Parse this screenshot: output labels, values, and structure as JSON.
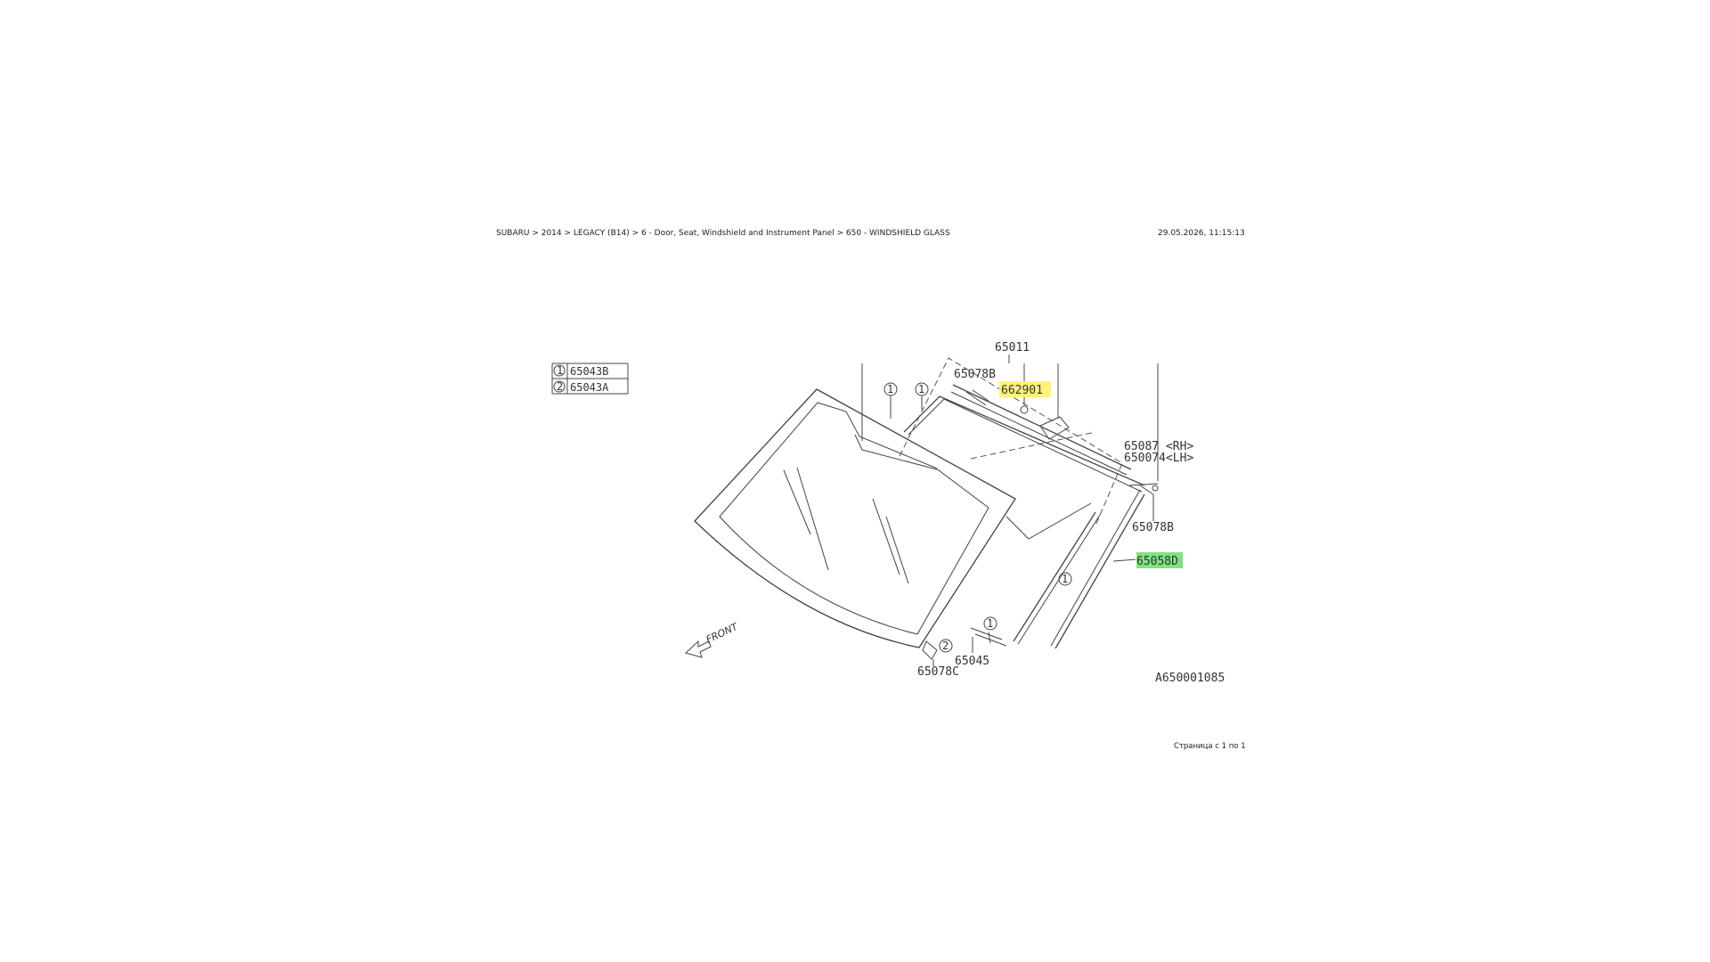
{
  "header": {
    "breadcrumb": "SUBARU > 2014 > LEGACY (B14) > 6 - Door, Seat, Windshield and Instrument Panel > 650 - WINDSHIELD GLASS",
    "timestamp": "29.05.2026, 11:15:13"
  },
  "footer": {
    "page_info": "Страница с 1 по 1"
  },
  "diagram": {
    "legend": [
      {
        "num": "1",
        "part": "65043B"
      },
      {
        "num": "2",
        "part": "65043A"
      }
    ],
    "labels": {
      "p65011": "65011",
      "p65078B_top": "65078B",
      "p662901": "662901",
      "p65087": "65087 <RH>",
      "p650074": "650074<LH>",
      "p65078B_right": "65078B",
      "p65058": "65058D",
      "p65045": "65045",
      "p65078C": "65078C",
      "front": "FRONT",
      "drawing_id": "A650001085",
      "callout_1": "1",
      "callout_2": "2"
    },
    "highlight_colors": {
      "yellow": "#fff27a",
      "green": "#7fe37f"
    }
  }
}
